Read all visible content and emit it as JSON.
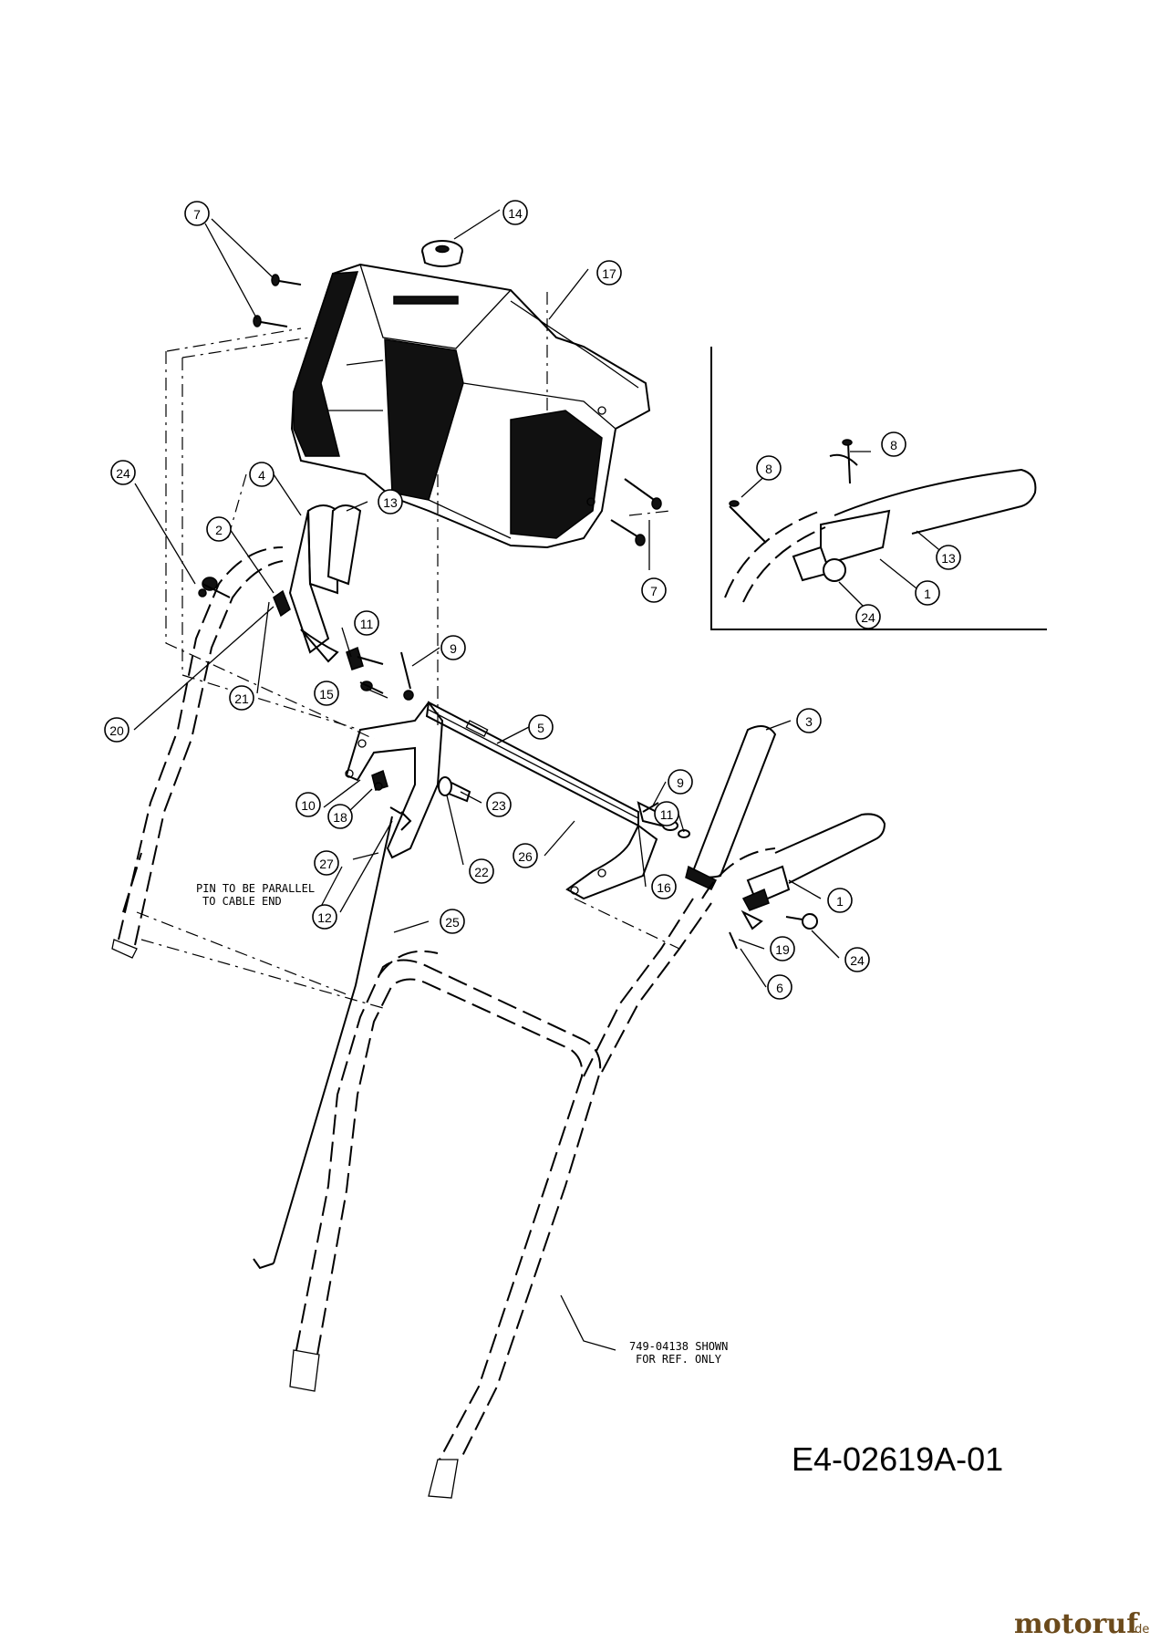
{
  "callouts": [
    {
      "label": "7"
    },
    {
      "label": "14"
    },
    {
      "label": "17"
    },
    {
      "label": "24"
    },
    {
      "label": "4"
    },
    {
      "label": "13"
    },
    {
      "label": "2"
    },
    {
      "label": "11"
    },
    {
      "label": "9"
    },
    {
      "label": "21"
    },
    {
      "label": "15"
    },
    {
      "label": "20"
    },
    {
      "label": "5"
    },
    {
      "label": "3"
    },
    {
      "label": "10"
    },
    {
      "label": "18"
    },
    {
      "label": "23"
    },
    {
      "label": "9"
    },
    {
      "label": "11"
    },
    {
      "label": "27"
    },
    {
      "label": "22"
    },
    {
      "label": "26"
    },
    {
      "label": "16"
    },
    {
      "label": "1"
    },
    {
      "label": "12"
    },
    {
      "label": "25"
    },
    {
      "label": "19"
    },
    {
      "label": "24"
    },
    {
      "label": "6"
    },
    {
      "label": "7"
    },
    {
      "label": "8"
    },
    {
      "label": "8"
    },
    {
      "label": "13"
    },
    {
      "label": "1"
    },
    {
      "label": "24"
    }
  ],
  "notes": {
    "pin_line1": "PIN TO BE PARALLEL",
    "pin_line2": "TO CABLE END",
    "ref_line1": "749-04138 SHOWN",
    "ref_line2": "FOR REF. ONLY"
  },
  "drawing_code": "E4-02619A-01",
  "logo": {
    "main": "motoruf",
    "suffix": ".de",
    "color": "#6b4a1b"
  }
}
